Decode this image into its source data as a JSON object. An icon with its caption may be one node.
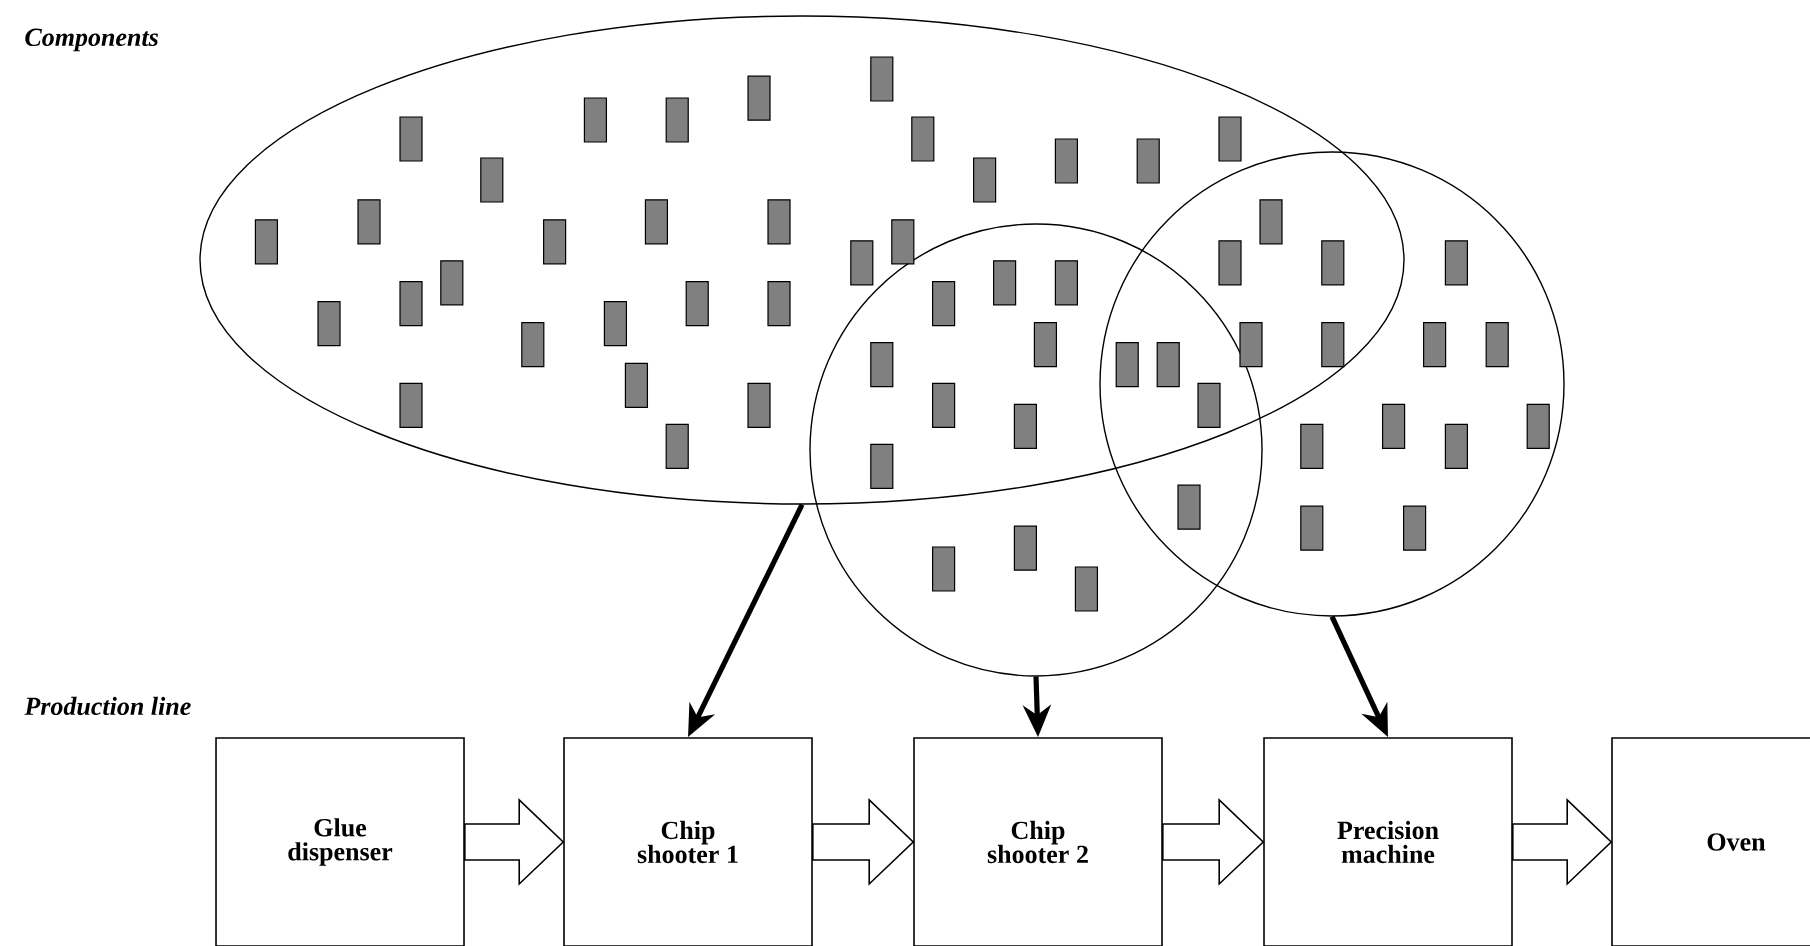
{
  "diagram": {
    "nodes": [
      {
        "text": [
          "Components"
        ]
      },
      {
        "text": [],
        "shape": "circle"
      },
      {
        "text": [],
        "shape": "circle"
      },
      {
        "text": [
          "Glue dispenser"
        ]
      },
      {
        "text": [
          "Chip shooter 1"
        ]
      },
      {
        "text": [
          "Chip shooter 2"
        ]
      },
      {
        "text": [
          "Precision machine"
        ]
      },
      {
        "text": [
          "Oven"
        ]
      }
    ],
    "edges": [
      {
        "from": 0,
        "to": 4,
        "arrow": "to"
      },
      {
        "from": 1,
        "to": 5,
        "arrow": "to"
      },
      {
        "from": 2,
        "to": 6,
        "arrow": "to"
      },
      {
        "from": 3,
        "to": 4,
        "arrow": "to",
        "style": "thick"
      },
      {
        "from": 4,
        "to": 5,
        "arrow": "to",
        "style": "thick"
      },
      {
        "from": 5,
        "to": 6,
        "arrow": "to",
        "style": "thick"
      },
      {
        "from": 6,
        "to": 7,
        "arrow": "to",
        "style": "thick"
      }
    ],
    "labels": [
      "Production line"
    ]
  }
}
